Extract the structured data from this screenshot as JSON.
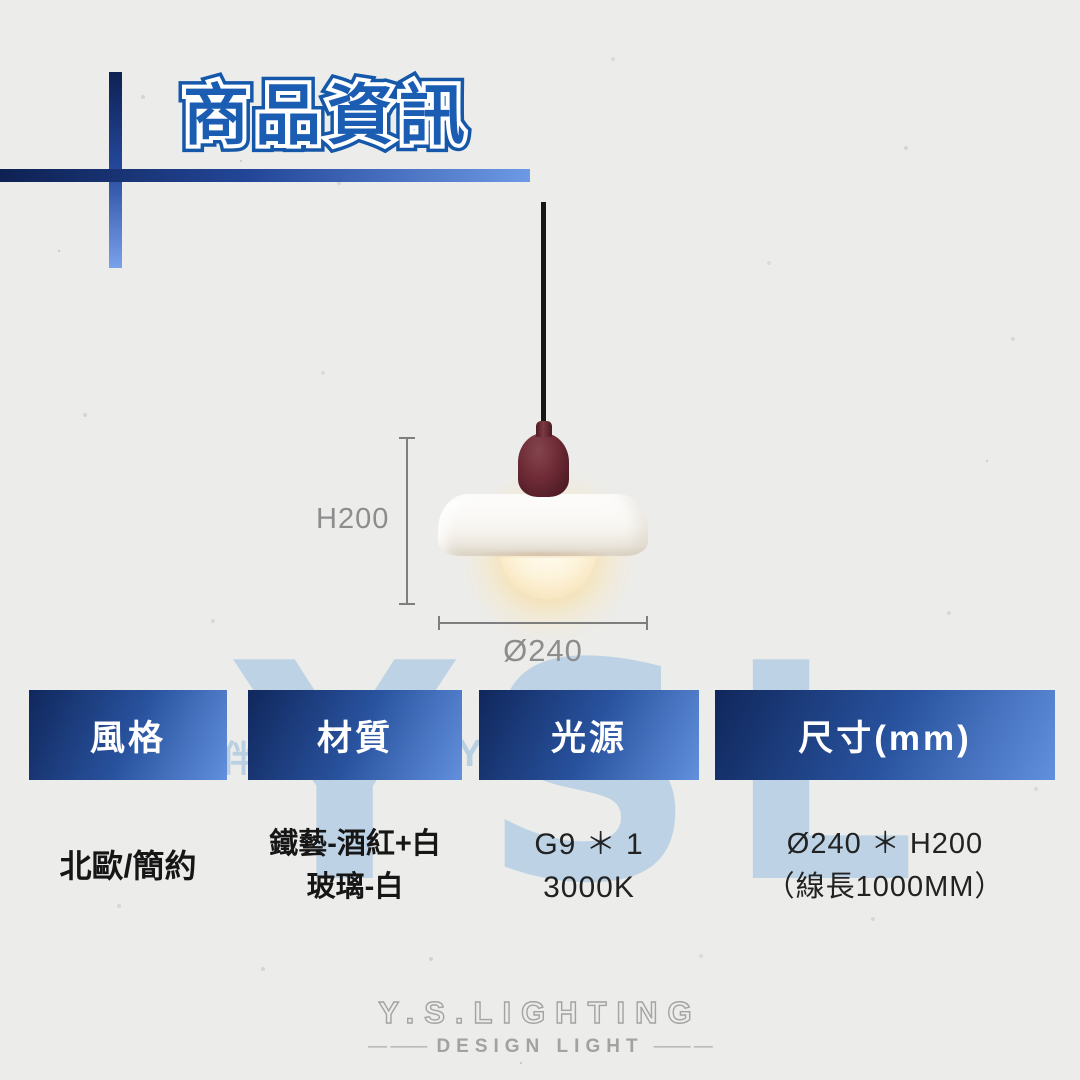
{
  "page": {
    "title": "商品資訊"
  },
  "diagram": {
    "height_label": "H200",
    "diameter_label": "Ø240"
  },
  "specs": {
    "columns": [
      {
        "label": "風格",
        "lines": [
          "北歐/簡約"
        ]
      },
      {
        "label": "材質",
        "lines": [
          "鐵藝-酒紅+白",
          "玻璃-白"
        ]
      },
      {
        "label": "光源",
        "lines": [
          "G9 ＊ 1",
          "3000K"
        ]
      },
      {
        "label": "尺寸(mm)",
        "lines": [
          "Ø240 ＊ H200",
          "（線長1000MM）"
        ]
      }
    ]
  },
  "watermark": {
    "big": "YSL",
    "fragment_left": "伴",
    "fragment_right": "Y"
  },
  "footer": {
    "brand": "Y.S.LIGHTING",
    "tagline": "DESIGN LIGHT",
    "dash_left": "— ——",
    "dash_right": "—— —"
  },
  "colors": {
    "accent_blue": "#1b5db2",
    "bar_gradient_start": "#10275c",
    "bar_gradient_end": "#6290dd",
    "watermark_blue": "#bdd3e5",
    "lamp_wine_red": "#6e2b36",
    "cord_black": "#161616",
    "bulb_glow_warm": "#fbeed3",
    "dimension_gray": "#8d8d8d",
    "footer_gray": "#a3a3a3",
    "background_paper": "#ececea"
  }
}
